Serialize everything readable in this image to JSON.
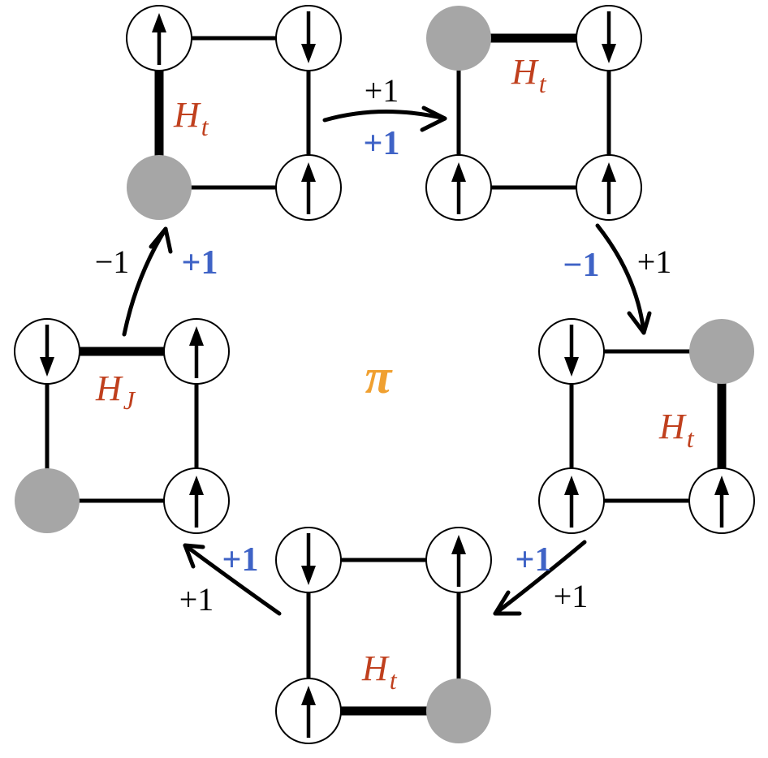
{
  "colors": {
    "active_bond": "#c0401e",
    "hamiltonian_label": "#c0401e",
    "blue_phase": "#3f63c6",
    "center_symbol": "#f0a030",
    "hole": "#a6a6a6",
    "bond": "#000000"
  },
  "center_symbol": "π",
  "plaquettes": [
    {
      "position": "top-left",
      "sites": [
        "up",
        "down",
        "hole",
        "up"
      ],
      "active_bond": "left",
      "hamiltonian": {
        "symbol": "H",
        "subscript": "t"
      }
    },
    {
      "position": "top-right",
      "sites": [
        "hole",
        "down",
        "up",
        "up"
      ],
      "active_bond": "top",
      "hamiltonian": {
        "symbol": "H",
        "subscript": "t"
      }
    },
    {
      "position": "right",
      "sites": [
        "down",
        "hole",
        "up",
        "up"
      ],
      "active_bond": "right",
      "hamiltonian": {
        "symbol": "H",
        "subscript": "t"
      }
    },
    {
      "position": "bottom",
      "sites": [
        "down",
        "up",
        "up",
        "hole"
      ],
      "active_bond": "bottom",
      "hamiltonian": {
        "symbol": "H",
        "subscript": "t"
      }
    },
    {
      "position": "left",
      "sites": [
        "down",
        "up",
        "hole",
        "up"
      ],
      "active_bond": "top",
      "hamiltonian": {
        "symbol": "H",
        "subscript": "J"
      }
    }
  ],
  "transitions": [
    {
      "from": "top-left",
      "to": "top-right",
      "black_sign": "+1",
      "blue_sign": "+1"
    },
    {
      "from": "top-right",
      "to": "right",
      "black_sign": "+1",
      "blue_sign": "−1"
    },
    {
      "from": "right",
      "to": "bottom",
      "black_sign": "+1",
      "blue_sign": "+1"
    },
    {
      "from": "bottom",
      "to": "left",
      "black_sign": "+1",
      "blue_sign": "+1"
    },
    {
      "from": "left",
      "to": "top-left",
      "black_sign": "−1",
      "blue_sign": "+1"
    }
  ]
}
